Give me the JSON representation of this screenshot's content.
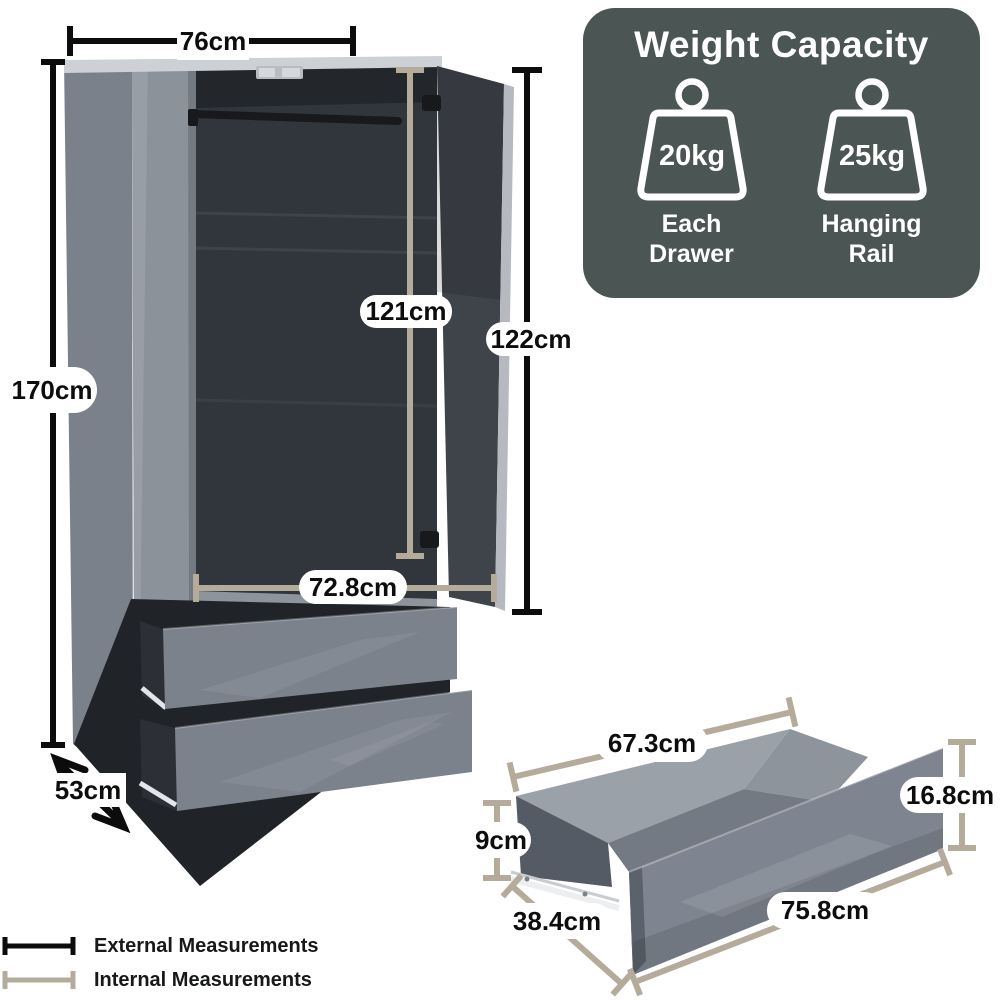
{
  "wardrobe_dimensions": {
    "width": "76cm",
    "height": "170cm",
    "depth": "53cm",
    "internal_height": "121cm",
    "door_height": "122cm",
    "internal_width": "72.8cm"
  },
  "drawer_dimensions": {
    "internal_width": "67.3cm",
    "side_height": "9cm",
    "depth": "38.4cm",
    "front_height": "16.8cm",
    "front_width": "75.8cm"
  },
  "weight_capacity": {
    "title": "Weight Capacity",
    "items": [
      {
        "icon": "weight-icon",
        "value": "20kg",
        "label": "Each\nDrawer"
      },
      {
        "icon": "weight-icon",
        "value": "25kg",
        "label": "Hanging\nRail"
      }
    ]
  },
  "legend": {
    "external": "External Measurements",
    "internal": "Internal Measurements"
  },
  "colors": {
    "external_line": "#0c0c0c",
    "internal_line": "#b5ab9b",
    "badge_background": "#4b5553",
    "badge_text": "#ffffff",
    "wardrobe_body": "#7b818a",
    "drawer_front": "#7b828c"
  }
}
